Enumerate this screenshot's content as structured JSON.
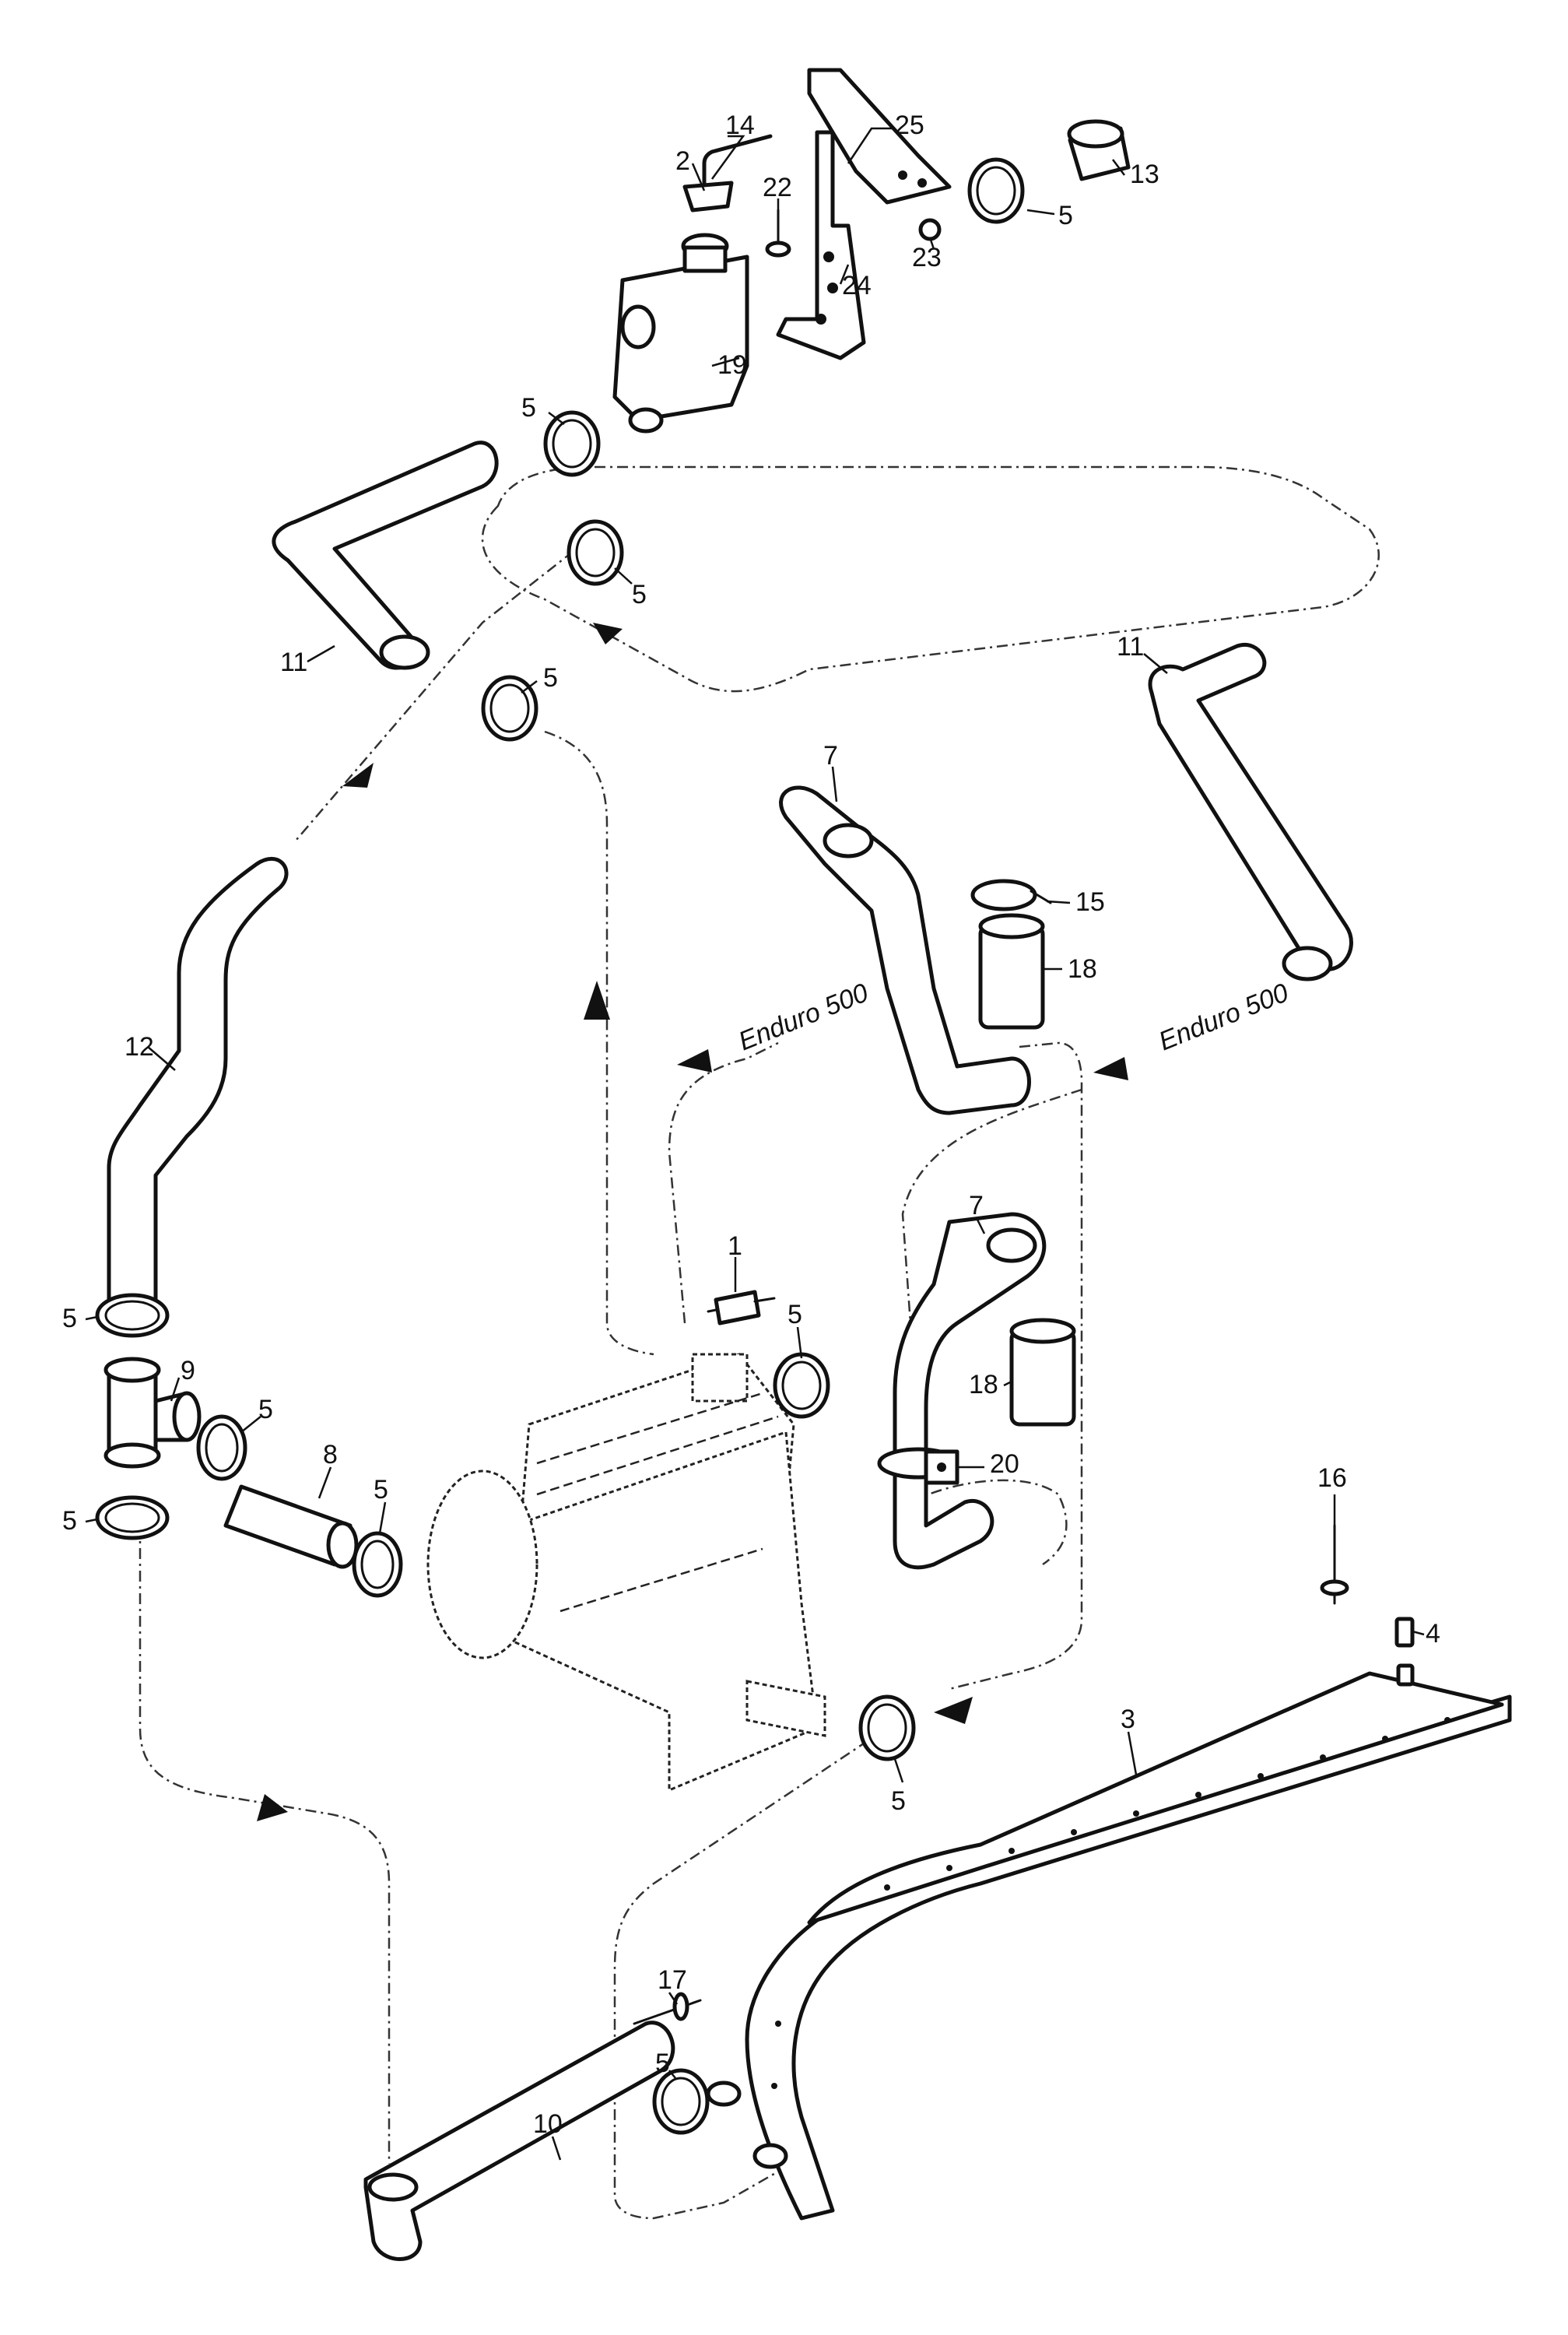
{
  "callouts": {
    "c14": "14",
    "c25": "25",
    "c2": "2",
    "c22": "22",
    "c13": "13",
    "c5_top": "5",
    "c23": "23",
    "c24": "24",
    "c19": "19",
    "c5_a": "5",
    "c5_b": "5",
    "c11_left": "11",
    "c5_c": "5",
    "c11_right": "11",
    "c7_top": "7",
    "c15": "15",
    "c18_top": "18",
    "c12": "12",
    "c7_bottom": "7",
    "c1": "1",
    "c5_d": "5",
    "c5_e": "5",
    "c9": "9",
    "c5_f": "5",
    "c18_bottom": "18",
    "c20": "20",
    "c8": "8",
    "c5_g": "5",
    "c5_h": "5",
    "c16": "16",
    "c4": "4",
    "c3": "3",
    "c5_i": "5",
    "c17": "17",
    "c5_j": "5",
    "c10": "10"
  },
  "variants": {
    "enduro_left": "Enduro 500",
    "enduro_right": "Enduro 500"
  }
}
